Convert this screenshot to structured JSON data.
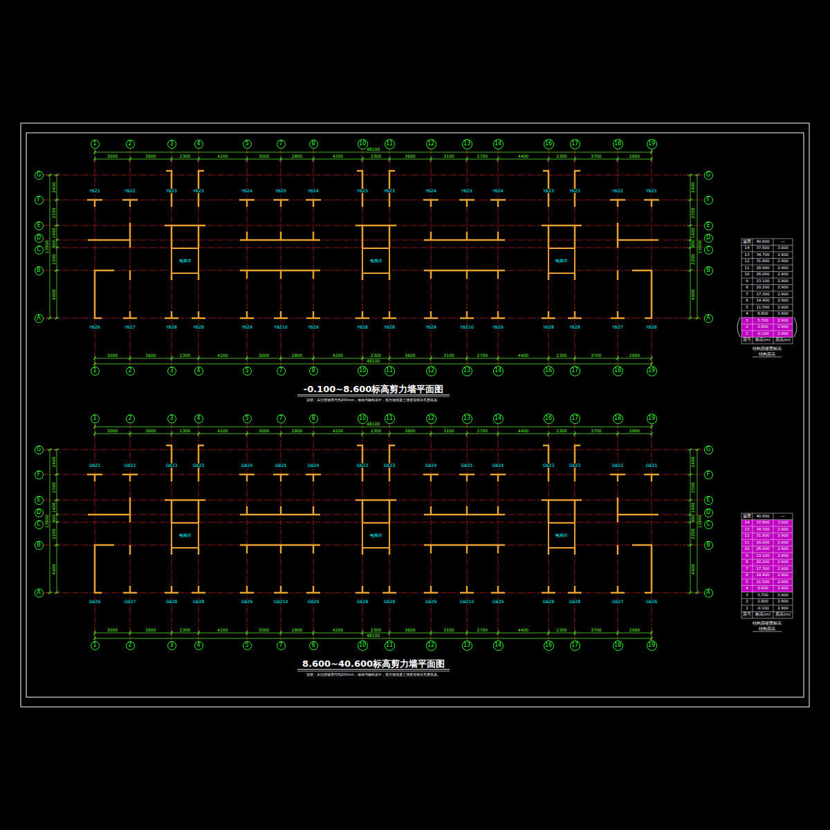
{
  "diagram": {
    "nodes": [
      {
        "text": [
          "1"
        ]
      },
      {
        "text": [
          "2"
        ]
      },
      {
        "text": [
          "3"
        ]
      },
      {
        "text": [
          "4"
        ]
      },
      {
        "text": [
          "5"
        ]
      },
      {
        "text": [
          "7"
        ]
      },
      {
        "text": [
          "8"
        ]
      },
      {
        "text": [
          "10"
        ]
      },
      {
        "text": [
          "11"
        ]
      },
      {
        "text": [
          "12"
        ]
      },
      {
        "text": [
          "13"
        ]
      },
      {
        "text": [
          "14"
        ]
      },
      {
        "text": [
          "16"
        ]
      },
      {
        "text": [
          "17"
        ]
      },
      {
        "text": [
          "18"
        ]
      },
      {
        "text": [
          "19"
        ]
      },
      {
        "text": [
          "G"
        ]
      },
      {
        "text": [
          "F"
        ]
      },
      {
        "text": [
          "E"
        ]
      },
      {
        "text": [
          "D"
        ]
      },
      {
        "text": [
          "C"
        ]
      },
      {
        "text": [
          "B"
        ]
      },
      {
        "text": [
          "A"
        ]
      },
      {
        "text": [
          "G"
        ]
      },
      {
        "text": [
          "F"
        ]
      },
      {
        "text": [
          "E"
        ]
      },
      {
        "text": [
          "D"
        ]
      },
      {
        "text": [
          "C"
        ]
      },
      {
        "text": [
          "B"
        ]
      },
      {
        "text": [
          "A"
        ]
      },
      {
        "text": [
          "电梯井"
        ]
      },
      {
        "text": [
          "电梯井"
        ]
      },
      {
        "text": [
          "电梯井"
        ]
      },
      {
        "text": [
          "1"
        ]
      },
      {
        "text": [
          "2"
        ]
      },
      {
        "text": [
          "3"
        ]
      },
      {
        "text": [
          "4"
        ]
      },
      {
        "text": [
          "5"
        ]
      },
      {
        "text": [
          "7"
        ]
      },
      {
        "text": [
          "8"
        ]
      },
      {
        "text": [
          "10"
        ]
      },
      {
        "text": [
          "11"
        ]
      },
      {
        "text": [
          "12"
        ]
      },
      {
        "text": [
          "13"
        ]
      },
      {
        "text": [
          "14"
        ]
      },
      {
        "text": [
          "16"
        ]
      },
      {
        "text": [
          "17"
        ]
      },
      {
        "text": [
          "18"
        ]
      },
      {
        "text": [
          "19"
        ]
      },
      {
        "text": [
          "1"
        ]
      },
      {
        "text": [
          "2"
        ]
      },
      {
        "text": [
          "3"
        ]
      },
      {
        "text": [
          "4"
        ]
      },
      {
        "text": [
          "5"
        ]
      },
      {
        "text": [
          "7"
        ]
      },
      {
        "text": [
          "8"
        ]
      },
      {
        "text": [
          "10"
        ]
      },
      {
        "text": [
          "11"
        ]
      },
      {
        "text": [
          "12"
        ]
      },
      {
        "text": [
          "13"
        ]
      },
      {
        "text": [
          "14"
        ]
      },
      {
        "text": [
          "16"
        ]
      },
      {
        "text": [
          "17"
        ]
      },
      {
        "text": [
          "18"
        ]
      },
      {
        "text": [
          "19"
        ]
      },
      {
        "text": [
          "G"
        ]
      },
      {
        "text": [
          "F"
        ]
      },
      {
        "text": [
          "E"
        ]
      },
      {
        "text": [
          "D"
        ]
      },
      {
        "text": [
          "C"
        ]
      },
      {
        "text": [
          "B"
        ]
      },
      {
        "text": [
          "A"
        ]
      },
      {
        "text": [
          "G"
        ]
      },
      {
        "text": [
          "F"
        ]
      },
      {
        "text": [
          "E"
        ]
      },
      {
        "text": [
          "D"
        ]
      },
      {
        "text": [
          "C"
        ]
      },
      {
        "text": [
          "B"
        ]
      },
      {
        "text": [
          "A"
        ]
      },
      {
        "text": [
          "电梯井"
        ]
      },
      {
        "text": [
          "电梯井"
        ]
      },
      {
        "text": [
          "电梯井"
        ]
      },
      {
        "text": [
          "1"
        ]
      },
      {
        "text": [
          "2"
        ]
      },
      {
        "text": [
          "3"
        ]
      },
      {
        "text": [
          "4"
        ]
      },
      {
        "text": [
          "5"
        ]
      },
      {
        "text": [
          "7"
        ]
      },
      {
        "text": [
          "8"
        ]
      },
      {
        "text": [
          "10"
        ]
      },
      {
        "text": [
          "11"
        ]
      },
      {
        "text": [
          "12"
        ]
      },
      {
        "text": [
          "13"
        ]
      },
      {
        "text": [
          "14"
        ]
      },
      {
        "text": [
          "16"
        ]
      },
      {
        "text": [
          "17"
        ]
      },
      {
        "text": [
          "18"
        ]
      },
      {
        "text": [
          "19"
        ]
      }
    ],
    "labels": [
      "3000",
      "3600",
      "2300",
      "4200",
      "3000",
      "2800",
      "4200",
      "2300",
      "3600",
      "3100",
      "2700",
      "4400",
      "2300",
      "3700",
      "2900",
      "48100",
      "3000",
      "3600",
      "2300",
      "4200",
      "3000",
      "2800",
      "4200",
      "2300",
      "3600",
      "3100",
      "2700",
      "4400",
      "2300",
      "3700",
      "2900",
      "48100",
      "2400",
      "2500",
      "1400",
      "800",
      "2200",
      "4600",
      "13900",
      "2400",
      "2500",
      "1400",
      "800",
      "2200",
      "4600",
      "13900",
      "YBZ1",
      "YBZ2",
      "YBZ3",
      "YBZ3",
      "YBZ4",
      "YBZ5",
      "YBZ4",
      "YBZ3",
      "YBZ3",
      "YBZ4",
      "YBZ5",
      "YBZ4",
      "YBZ3",
      "YBZ3",
      "YBZ2",
      "YBZ1",
      "YBZ6",
      "YBZ7",
      "YBZ8",
      "YBZ8",
      "YBZ9",
      "YBZ10",
      "YBZ9",
      "YBZ8",
      "YBZ8",
      "YBZ9",
      "YBZ10",
      "YBZ9",
      "YBZ8",
      "YBZ8",
      "YBZ7",
      "YBZ6",
      "-0.100~8.600标高剪力墙平面图",
      "说明：未注明墙厚均为200mm，墙体均轴线居中，剪力墙混凝土强度等级详见层高表。",
      "3000",
      "3600",
      "2300",
      "4200",
      "3000",
      "2800",
      "4200",
      "2300",
      "3600",
      "3100",
      "2700",
      "4400",
      "2300",
      "3700",
      "2900",
      "48100",
      "3000",
      "3600",
      "2300",
      "4200",
      "3000",
      "2800",
      "4200",
      "2300",
      "3600",
      "3100",
      "2700",
      "4400",
      "2300",
      "3700",
      "2900",
      "48100",
      "2400",
      "2500",
      "1400",
      "800",
      "2200",
      "4600",
      "13900",
      "2400",
      "2500",
      "1400",
      "800",
      "2200",
      "4600",
      "13900",
      "GBZ1",
      "GBZ2",
      "GBZ3",
      "GBZ3",
      "GBZ4",
      "GBZ5",
      "GBZ4",
      "GBZ3",
      "GBZ3",
      "GBZ4",
      "GBZ5",
      "GBZ4",
      "GBZ3",
      "GBZ3",
      "GBZ2",
      "GBZ1",
      "GBZ6",
      "GBZ7",
      "GBZ8",
      "GBZ8",
      "GBZ9",
      "GBZ10",
      "GBZ9",
      "GBZ8",
      "GBZ8",
      "GBZ9",
      "GBZ10",
      "GBZ9",
      "GBZ8",
      "GBZ8",
      "GBZ7",
      "GBZ6",
      "8.600~40.600标高剪力墙平面图",
      "说明：未注明墙厚均为200mm，墙体均轴线居中，剪力墙混凝土强度等级详见层高表。",
      "屋面",
      "40.600",
      "—",
      "14",
      "37.600",
      "3.000",
      "13",
      "34.700",
      "2.900",
      "12",
      "31.800",
      "2.900",
      "11",
      "28.900",
      "2.900",
      "10",
      "26.000",
      "2.900",
      "9",
      "23.100",
      "2.900",
      "8",
      "20.200",
      "2.900",
      "7",
      "17.300",
      "2.900",
      "6",
      "14.400",
      "2.900",
      "5",
      "11.500",
      "2.900",
      "4",
      "8.600",
      "2.900",
      "3",
      "5.700",
      "2.900",
      "2",
      "2.800",
      "2.900",
      "1",
      "-0.100",
      "2.900",
      "层号",
      "标高(m)",
      "层高(m)",
      "结构层楼面标高",
      "结构层高",
      "屋面",
      "40.600",
      "—",
      "14",
      "37.600",
      "3.000",
      "13",
      "34.700",
      "2.900",
      "12",
      "31.800",
      "2.900",
      "11",
      "28.900",
      "2.900",
      "10",
      "26.000",
      "2.900",
      "9",
      "23.100",
      "2.900",
      "8",
      "20.200",
      "2.900",
      "7",
      "17.300",
      "2.900",
      "6",
      "14.400",
      "2.900",
      "5",
      "11.500",
      "2.900",
      "4",
      "8.600",
      "2.900",
      "3",
      "5.700",
      "2.900",
      "2",
      "2.800",
      "2.900",
      "1",
      "-0.100",
      "2.900",
      "层号",
      "标高(m)",
      "层高(m)",
      "结构层楼面标高",
      "结构层高"
    ]
  }
}
